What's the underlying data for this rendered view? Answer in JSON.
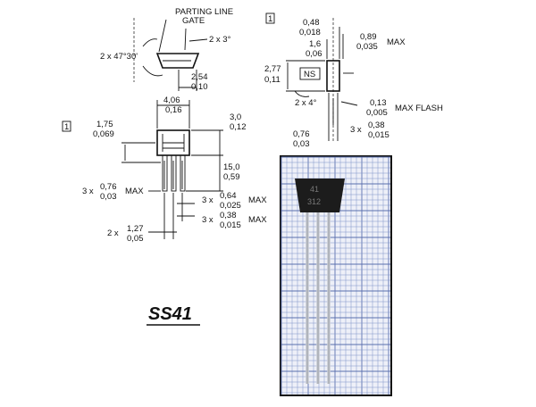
{
  "title": "SS41",
  "notes": {
    "partingLine": "PARTING LINE",
    "gate": "GATE",
    "ns": "NS",
    "maxFlash": "MAX FLASH"
  },
  "dimensions": {
    "angle_a": "2 x 3°",
    "angle_b": "2 x 47°30'",
    "d254_mm": "2,54",
    "d254_in": "0,10",
    "d048_mm": "0,48",
    "d048_in": "0,018",
    "d16_mm": "1,6",
    "d16_in": "0,06",
    "d089_mm": "0,89",
    "d089_in": "0,035",
    "d089_note": "MAX",
    "d277_mm": "2,77",
    "d277_in": "0,11",
    "angle_c": "2 x 4°",
    "d013_mm": "0,13",
    "d013_in": "0,005",
    "d076b_mm": "0,76",
    "d076b_in": "0,03",
    "d038b_pref": "3 x",
    "d038b_mm": "0,38",
    "d038b_in": "0,015",
    "d406_mm": "4,06",
    "d406_in": "0,16",
    "d30_mm": "3,0",
    "d30_in": "0,12",
    "d175_mm": "1,75",
    "d175_in": "0,069",
    "d150_mm": "15,0",
    "d150_in": "0,59",
    "d076_pref": "3 x",
    "d076_mm": "0,76",
    "d076_in": "0,03",
    "d076_note": "MAX",
    "d064_pref": "3 x",
    "d064_mm": "0,64",
    "d064_in": "0,025",
    "d064_note": "MAX",
    "d038_pref": "3 x",
    "d038_mm": "0,38",
    "d038_in": "0,015",
    "d038_note": "MAX",
    "d127_pref": "2 x",
    "d127_mm": "1,27",
    "d127_in": "0,05"
  },
  "view_marks": {
    "left": "1",
    "right": "1"
  },
  "photo_marking": {
    "line1": "41",
    "line2": "312"
  }
}
